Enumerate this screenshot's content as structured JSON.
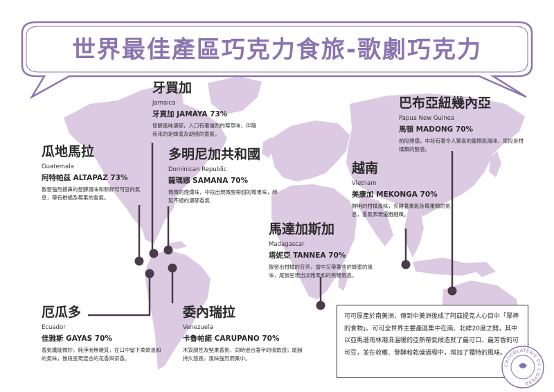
{
  "header": {
    "title": "世界最佳產區巧克力食旅-歌劇巧克力"
  },
  "regions": [
    {
      "zh": "牙買加",
      "en": "Jamaica",
      "product": "牙買加 JAMAYA 73%",
      "description": "發酵風味濃郁，入口有著強烈的莓草味，伴隨而來的是蜂蜜及胡桃的香氣。"
    },
    {
      "zh": "瓜地馬拉",
      "en": "Guatemala",
      "product": "阿特帕茲 ALTAPAZ 73%",
      "description": "散發強烈撲鼻的發酵風味和新鮮可可豆的氣息，帶有柑橘及莓果的香氣。"
    },
    {
      "zh": "多明尼加共和國",
      "en": "Dominican Republic",
      "product": "薩瑪娜 SAMANA 70%",
      "description": "微微的煙燻味，中段出現微酸帶甜的莓果味，綿延不絕的濃郁香氣"
    },
    {
      "zh": "巴布亞紐幾內亞",
      "en": "Papua New Guinea",
      "product": "馬頓 MADONG 70%",
      "description": "前段煙燻，中段有著令人驚喜的龍眼乾風味，尾段是柑橘類的酸感。"
    },
    {
      "zh": "越南",
      "en": "Vietnam",
      "product": "美康加 MEKONGA 70%",
      "description": "鮮明的柑橘風味，夾雜著果乾及莓果類的氣息，香氣表現優雅細緻。"
    },
    {
      "zh": "馬達加斯加",
      "en": "Madagascar",
      "product": "塔妮亞 TANNEA 70%",
      "description": "散發出柑橘的芬芳，當中又帶著些許蜂蜜的風味，尾韻呈現出淡雅柔和的焦糖氣息。"
    },
    {
      "zh": "厄瓜多",
      "en": "Ecuador",
      "product": "佳雅斯 GAYAS 70%",
      "description": "香氣纖細微妙，純淨而無雜質，在口中留下柔軟溫和的氣味，後段呈現混合的花香與茶香。"
    },
    {
      "zh": "委內瑞拉",
      "en": "Venezuela",
      "product": "卡魯帕諾 CARUPANO 70%",
      "description": "木質調性及堅果香氣，同時混合著辛的收斂感；尾韻持久悠長，風味強烈而集中。"
    }
  ],
  "info": {
    "text": "可可原產於南美洲，傳到中美洲後成了阿茲提克人心目中「眾神的食物」。可可全世界主要產區集中在南、北緯20度之間，其中以亞馬遜雨林潮濕溫暖的亞熱帶氣候造就了最可口、最芳香的可可豆，並在收穫、發酵和乾燥過程中，增加了獨特的風味。"
  },
  "seal": {
    "text": "CHOCOLATERIE DE L'OPERA"
  },
  "colors": {
    "accent": "#8a74b0",
    "land": "#dcc9e2",
    "marker": "#4a3a4a",
    "text": "#2a2a2a"
  }
}
